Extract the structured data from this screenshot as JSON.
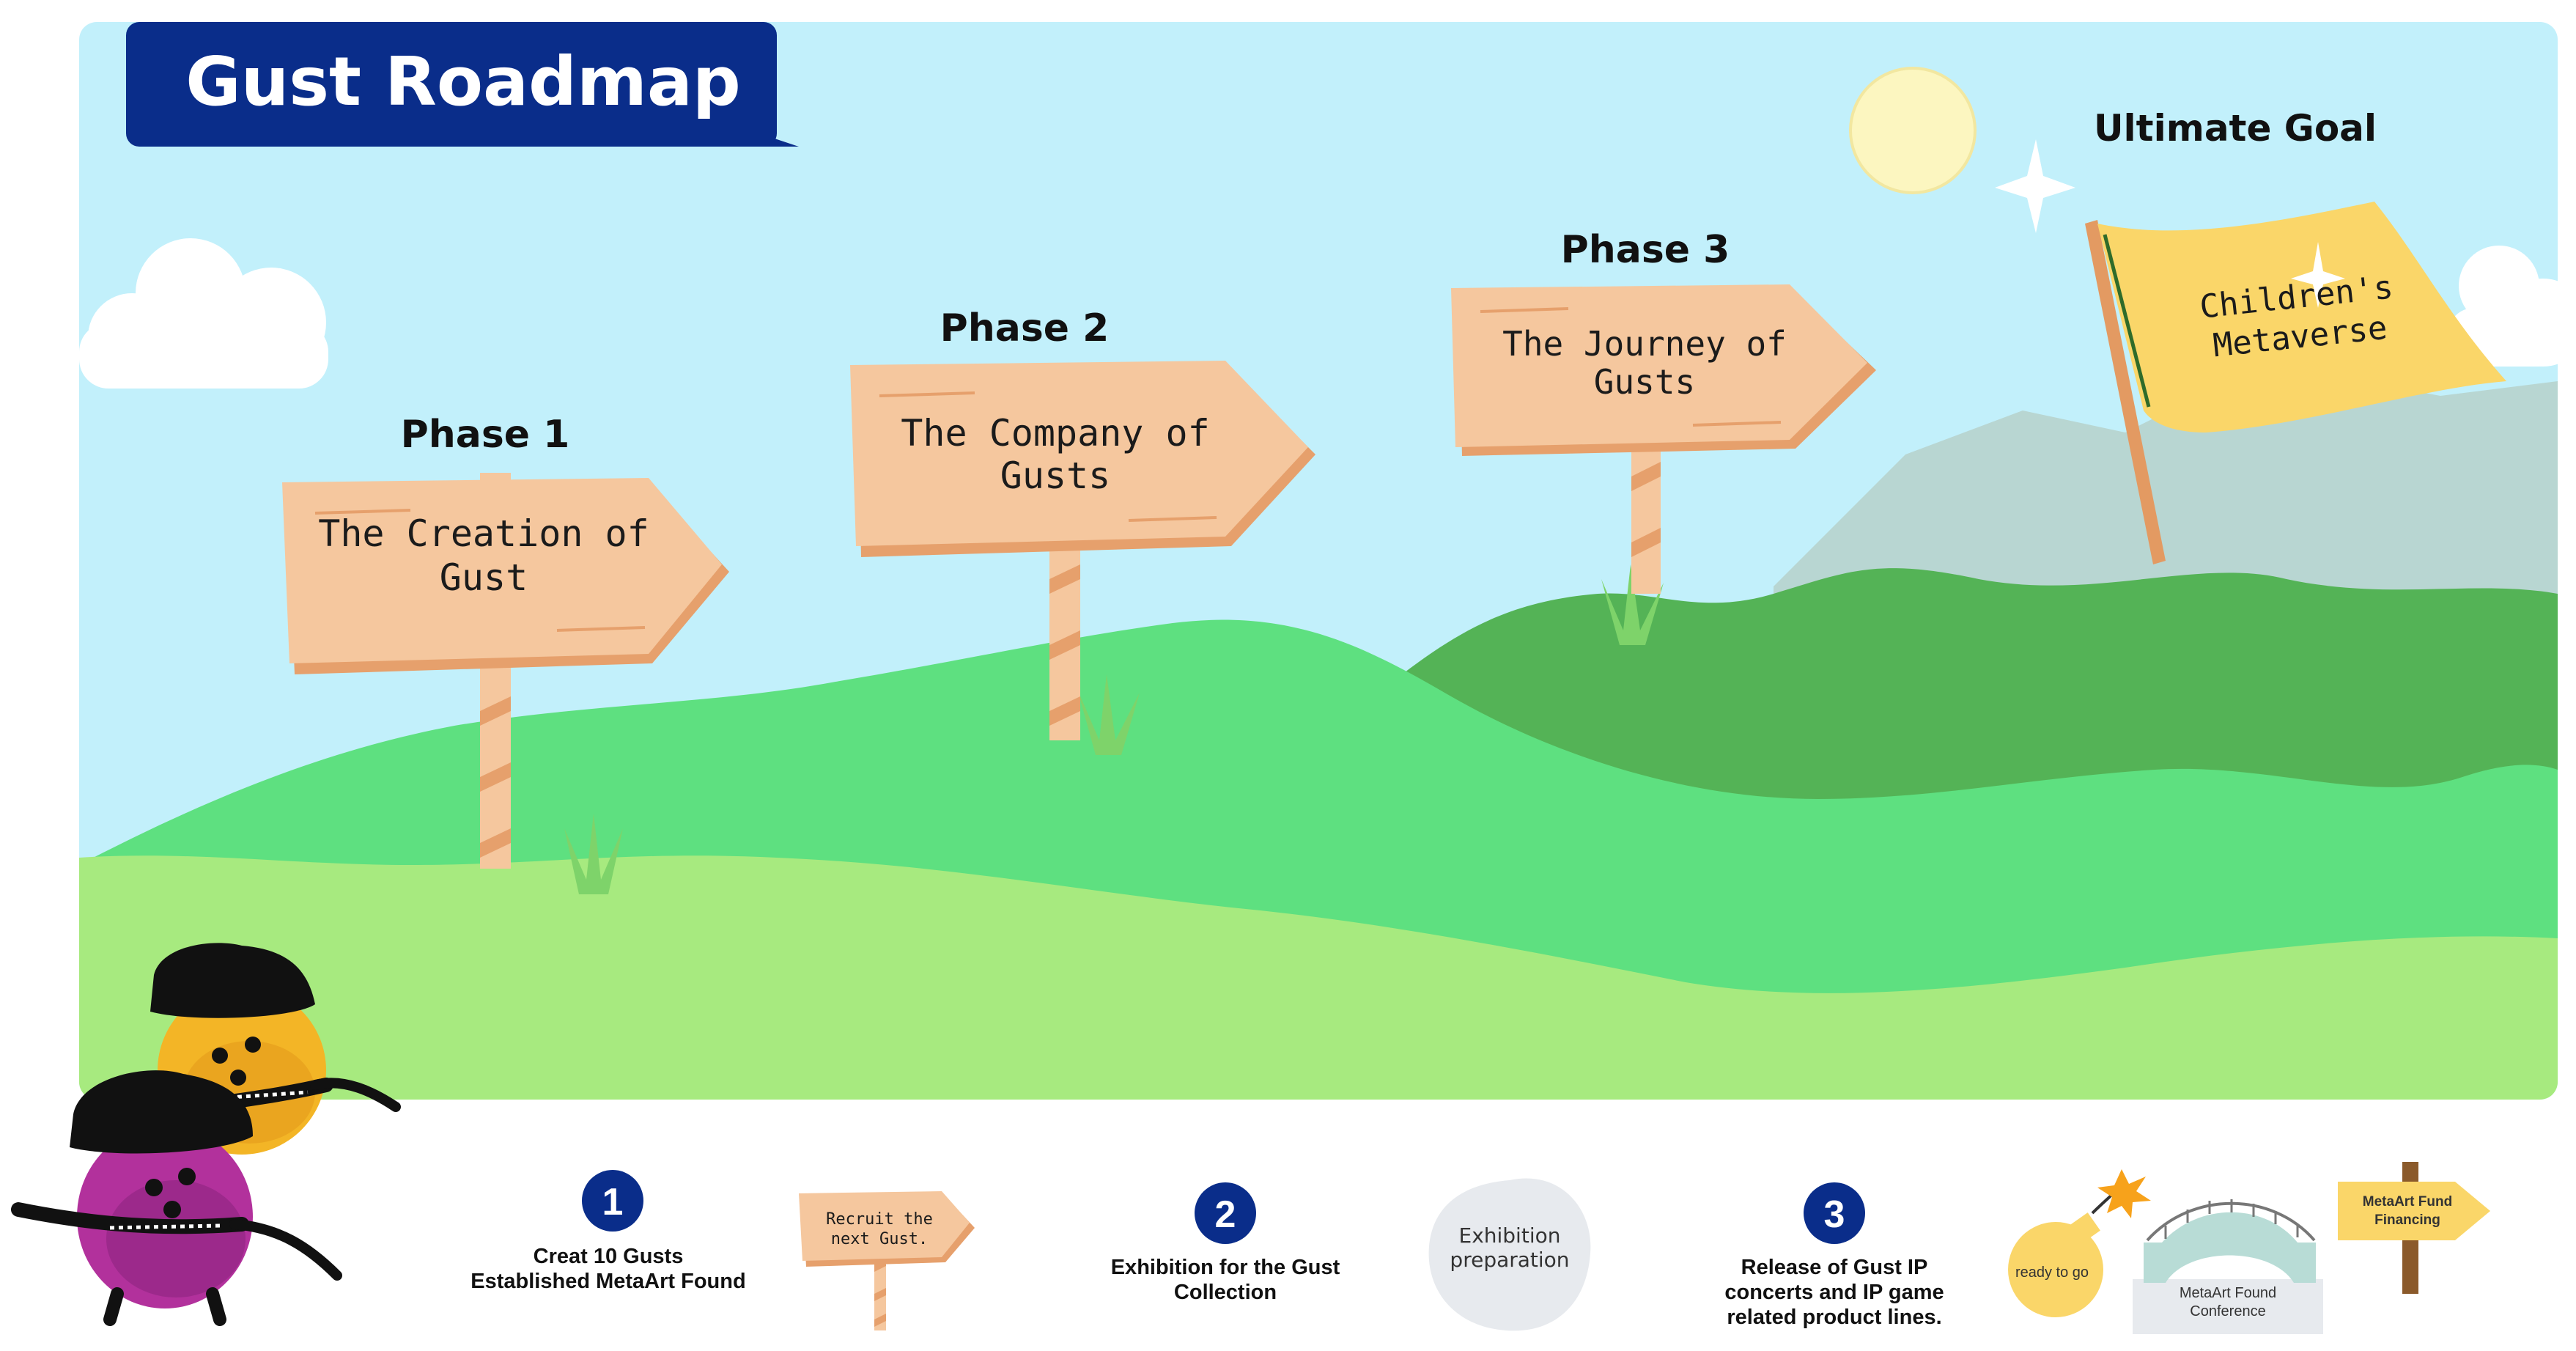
{
  "header": {
    "title": "Gust Roadmap"
  },
  "phases": [
    {
      "label": "Phase 1",
      "sign_lines": [
        "The Creation of",
        "Gust"
      ]
    },
    {
      "label": "Phase 2",
      "sign_lines": [
        "The Company of",
        "Gusts"
      ]
    },
    {
      "label": "Phase 3",
      "sign_lines": [
        "The Journey of",
        "Gusts"
      ]
    }
  ],
  "ultimate": {
    "label": "Ultimate Goal",
    "flag_lines": [
      "Children's",
      "Metaverse"
    ]
  },
  "legend": {
    "step1": {
      "number": "1",
      "lines": [
        "Creat 10 Gusts",
        "Established MetaArt Found"
      ],
      "sign_lines": [
        "Recruit the",
        "next  Gust."
      ]
    },
    "step2": {
      "number": "2",
      "lines": [
        "Exhibition for the Gust",
        "Collection"
      ],
      "badge_lines": [
        "Exhibition",
        "preparation"
      ]
    },
    "step3": {
      "number": "3",
      "lines": [
        "Release of Gust IP",
        "concerts and IP game",
        "related product lines."
      ],
      "bomb_label": "ready to go",
      "bridge_lines": [
        "MetaArt Found",
        "Conference"
      ],
      "fund_sign_lines": [
        "MetaArt Fund",
        "Financing"
      ]
    }
  },
  "colors": {
    "sky": "#c2f0fb",
    "title_bg": "#0a2d8a",
    "wood": "#f5c79e",
    "wood_stripe": "#e6a06c",
    "hill_light": "#a7ea7f",
    "hill_mid": "#5ee080",
    "hill_dark": "#54b356",
    "mountain": "#b8d6d2",
    "flag": "#fad669",
    "sun": "#fcf6c0",
    "badge": "#0a2d8a"
  }
}
